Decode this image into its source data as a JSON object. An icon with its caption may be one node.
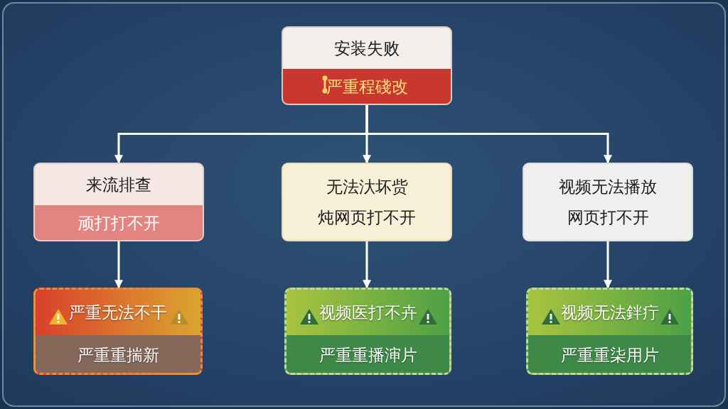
{
  "diagram": {
    "nodes": [
      {
        "text": [
          "安装失败",
          "严重程碊改"
        ]
      },
      {
        "text": [
          "来流排查",
          "顽打打不开"
        ]
      },
      {
        "text": [
          "无法汏坏赀",
          "炖网页打不开"
        ]
      },
      {
        "text": [
          "视频无法播放",
          "网页打不开"
        ]
      },
      {
        "text": [
          "严重无法不干",
          "严重重揣新"
        ]
      },
      {
        "text": [
          "视频医打不卉",
          "严重重播渖片"
        ]
      },
      {
        "text": [
          "视频无法鉡疔",
          "严重重柒用片"
        ]
      }
    ],
    "edges": [
      {
        "from": 0,
        "to": 1,
        "arrow": "to"
      },
      {
        "from": 0,
        "to": 2,
        "arrow": "to"
      },
      {
        "from": 0,
        "to": 3,
        "arrow": "to"
      },
      {
        "from": 1,
        "to": 4,
        "arrow": "to"
      },
      {
        "from": 2,
        "to": 5,
        "arrow": "to"
      },
      {
        "from": 3,
        "to": 6,
        "arrow": "to"
      }
    ]
  }
}
